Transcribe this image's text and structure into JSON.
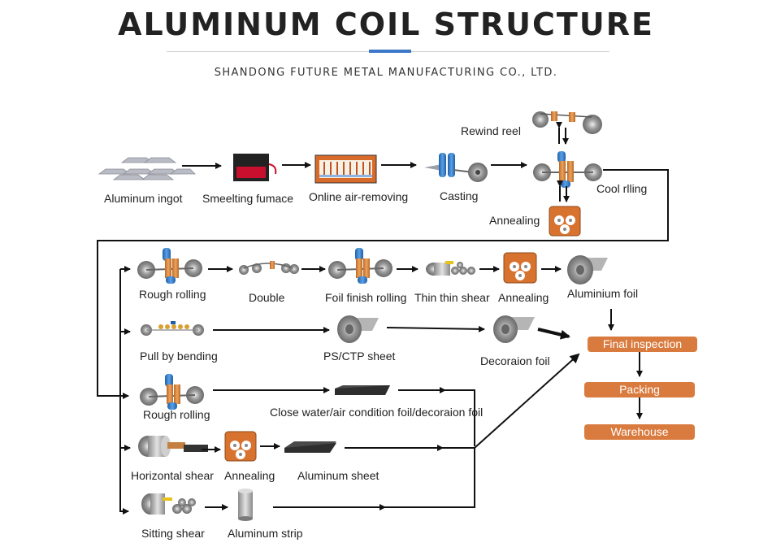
{
  "header": {
    "title": "ALUMINUM COIL STRUCTURE",
    "subtitle": "SHANDONG FUTURE METAL MANUFACTURING CO., LTD."
  },
  "stages": {
    "ingot": "Aluminum ingot",
    "furnace": "Smeelting fumace",
    "air_removing": "Online air-removing",
    "casting": "Casting",
    "rewind_reel": "Rewind reel",
    "cool_rolling": "Cool rlling",
    "annealing_top": "Annealing",
    "rough_rolling_1": "Rough rolling",
    "double": "Double",
    "foil_finish_rolling": "Foil finish rolling",
    "thin_shear": "Thin thin shear",
    "annealing_row1": "Annealing",
    "aluminium_foil": "Aluminium foil",
    "pull_by_bending": "Pull by bending",
    "ps_ctp_sheet": "PS/CTP sheet",
    "decoration_foil": "Decoraion foil",
    "rough_rolling_2": "Rough rolling",
    "close_water_foil": "Close water/air condition foil/decoraion foil",
    "horizontal_shear": "Horizontal shear",
    "annealing_row4": "Annealing",
    "aluminum_sheet": "Aluminum sheet",
    "sitting_shear": "Sitting shear",
    "aluminum_strip": "Aluminum strip"
  },
  "final_steps": {
    "final_inspection": "Final inspection",
    "packing": "Packing",
    "warehouse": "Warehouse"
  },
  "colors": {
    "accent_blue": "#3d78c8",
    "box_orange": "#d97b3e",
    "line_black": "#111111"
  }
}
